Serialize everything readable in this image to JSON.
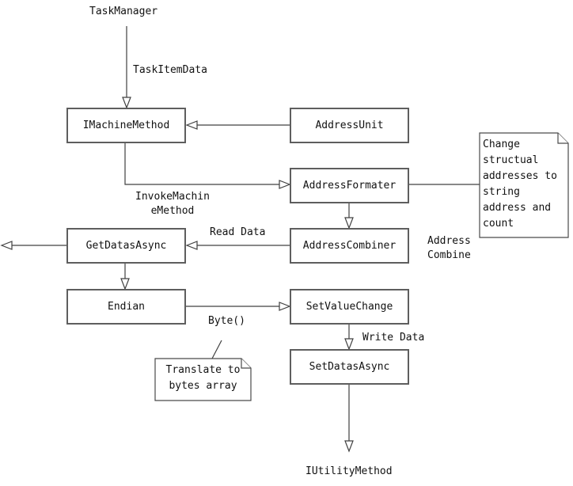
{
  "diagram": {
    "nodes": [
      {
        "id": "imachine-method",
        "label": "IMachineMethod"
      },
      {
        "id": "address-unit",
        "label": "AddressUnit"
      },
      {
        "id": "address-formater",
        "label": "AddressFormater"
      },
      {
        "id": "address-combiner",
        "label": "AddressCombiner"
      },
      {
        "id": "get-datas-async",
        "label": "GetDatasAsync"
      },
      {
        "id": "endian",
        "label": "Endian"
      },
      {
        "id": "set-value-change",
        "label": "SetValueChange"
      },
      {
        "id": "set-datas-async",
        "label": "SetDatasAsync"
      }
    ],
    "labels": {
      "task_manager": "TaskManager",
      "task_item_data": "TaskItemData",
      "invoke_machine_method": "InvokeMachin\neMethod",
      "read_data": "Read Data",
      "address_combine": "Address\nCombine",
      "byte": "Byte()",
      "write_data": "Write Data",
      "iutility_method": "IUtilityMethod"
    },
    "notes": {
      "note_change_addresses": "Change structual addresses to string address and count",
      "note_translate_bytes": "Translate to bytes array"
    },
    "colors": {
      "line": "#404040",
      "box_border": "#5e5e5e",
      "text": "#111111",
      "background": "#ffffff"
    }
  }
}
